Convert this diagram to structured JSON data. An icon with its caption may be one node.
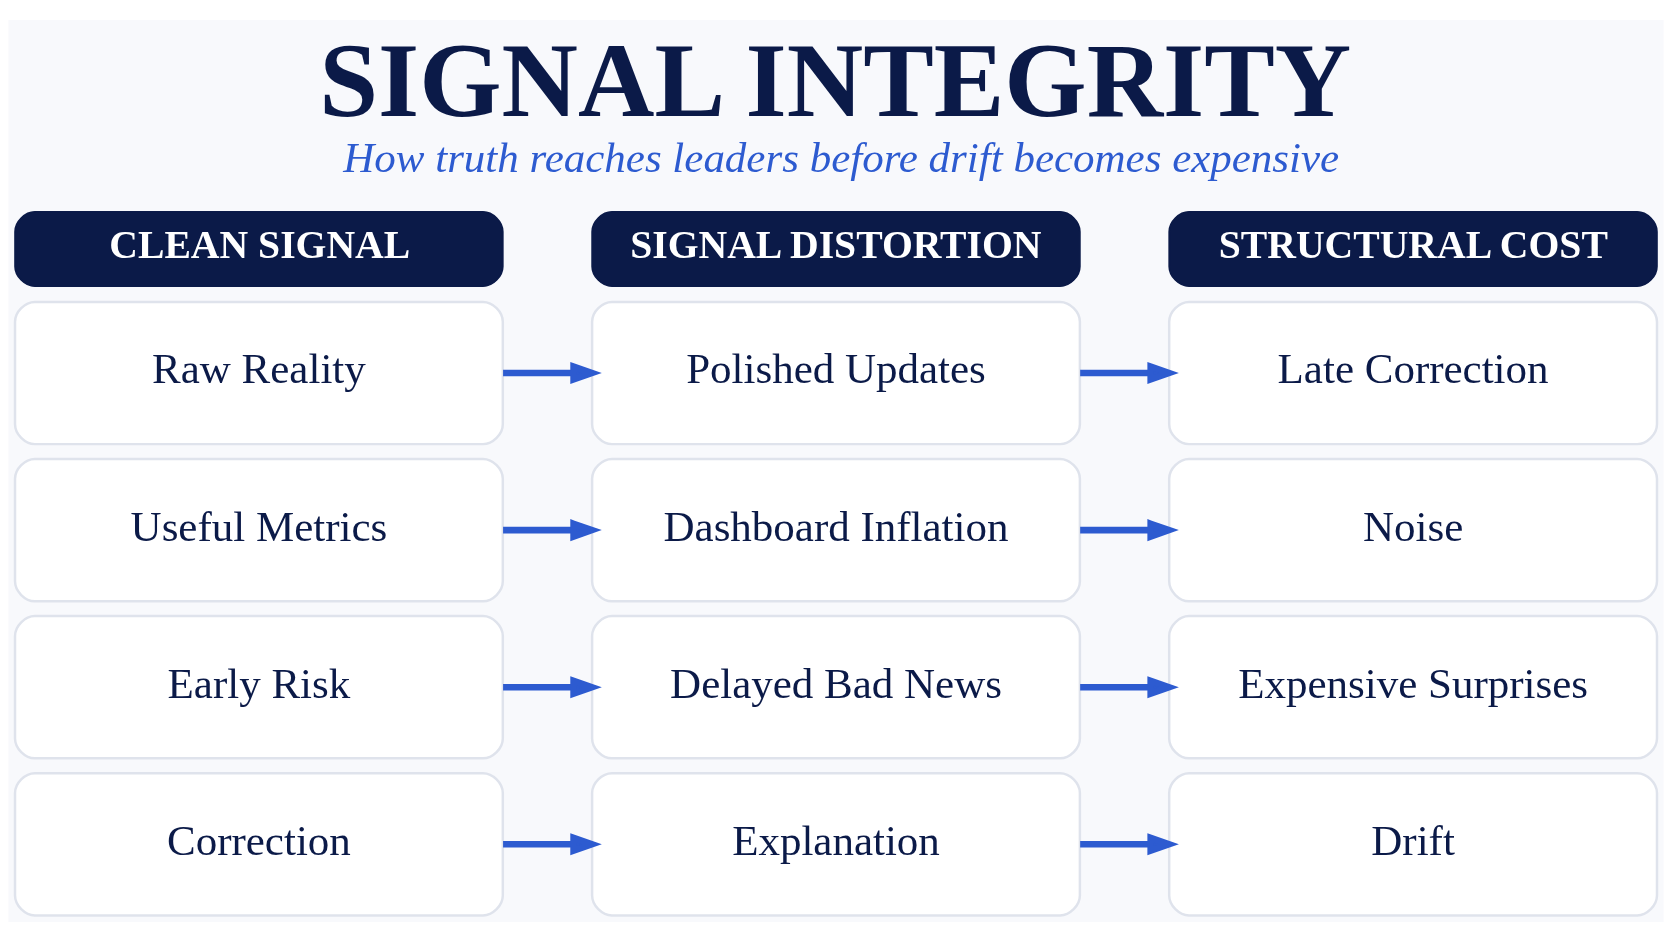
{
  "diagram": {
    "title": "SIGNAL INTEGRITY",
    "caption": "How truth reaches leaders before drift becomes expensive",
    "nodes": [
      {
        "text": [
          "CLEAN SIGNAL"
        ]
      },
      {
        "text": [
          "SIGNAL DISTORTION"
        ]
      },
      {
        "text": [
          "STRUCTURAL COST"
        ]
      },
      {
        "text": [
          "Raw Reality"
        ]
      },
      {
        "text": [
          "Polished Updates"
        ]
      },
      {
        "text": [
          "Late Correction"
        ]
      },
      {
        "text": [
          "Useful Metrics"
        ]
      },
      {
        "text": [
          "Dashboard Inflation"
        ]
      },
      {
        "text": [
          "Noise"
        ]
      },
      {
        "text": [
          "Early Risk"
        ]
      },
      {
        "text": [
          "Delayed Bad News"
        ]
      },
      {
        "text": [
          "Expensive Surprises"
        ]
      },
      {
        "text": [
          "Correction"
        ]
      },
      {
        "text": [
          "Explanation"
        ]
      },
      {
        "text": [
          "Drift"
        ]
      }
    ],
    "edges": [
      {
        "from": 3,
        "to": 4,
        "arrow": "to"
      },
      {
        "from": 4,
        "to": 5,
        "arrow": "to"
      },
      {
        "from": 6,
        "to": 7,
        "arrow": "to"
      },
      {
        "from": 7,
        "to": 8,
        "arrow": "to"
      },
      {
        "from": 9,
        "to": 10,
        "arrow": "to"
      },
      {
        "from": 10,
        "to": 11,
        "arrow": "to"
      },
      {
        "from": 12,
        "to": 13,
        "arrow": "to"
      },
      {
        "from": 13,
        "to": 14,
        "arrow": "to"
      }
    ]
  }
}
